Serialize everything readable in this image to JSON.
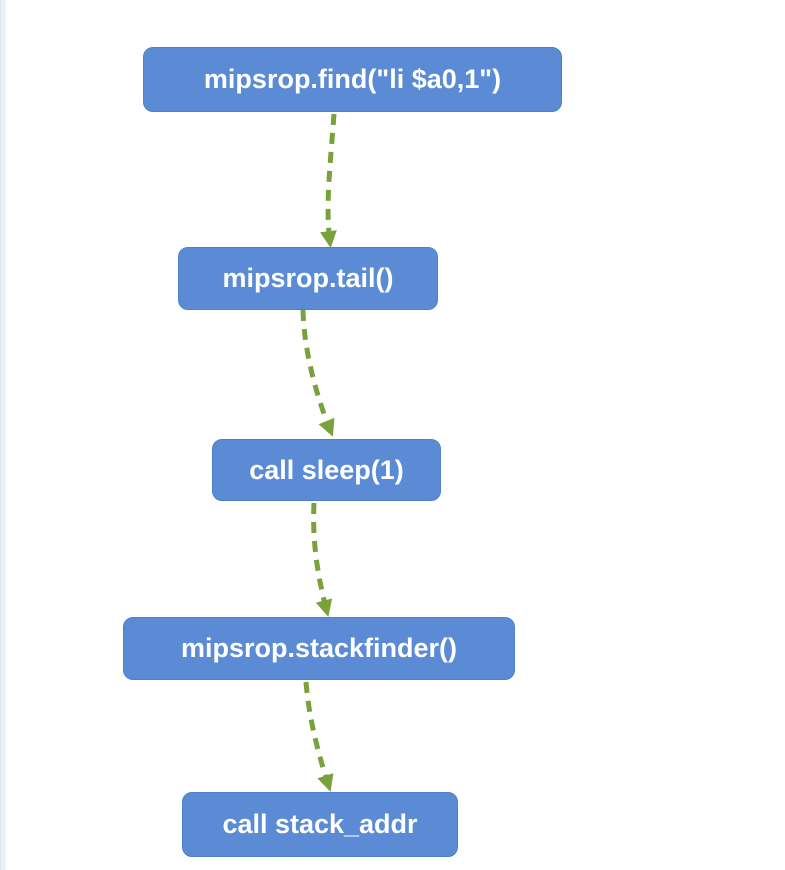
{
  "colors": {
    "node_fill": "#5b8bd4",
    "node_border": "#4e80cb",
    "node_text": "#ffffff",
    "arrow": "#7aa23c",
    "page_bg": "#ffffff",
    "gutter": "#eef2f8",
    "gutter_edge": "#dde4ee"
  },
  "diagram": {
    "type": "flowchart",
    "direction": "top-down",
    "nodes": [
      {
        "id": "mipsrop-find",
        "label": "mipsrop.find(\"li $a0,1\")"
      },
      {
        "id": "mipsrop-tail",
        "label": "mipsrop.tail()"
      },
      {
        "id": "call-sleep",
        "label": "call sleep(1)"
      },
      {
        "id": "mipsrop-stackfinder",
        "label": "mipsrop.stackfinder()"
      },
      {
        "id": "call-stack-addr",
        "label": "call stack_addr"
      }
    ],
    "edges": [
      {
        "from": "mipsrop-find",
        "to": "mipsrop-tail",
        "style": "dashed",
        "arrowhead": "triangle"
      },
      {
        "from": "mipsrop-tail",
        "to": "call-sleep",
        "style": "dashed",
        "arrowhead": "triangle"
      },
      {
        "from": "call-sleep",
        "to": "mipsrop-stackfinder",
        "style": "dashed",
        "arrowhead": "triangle"
      },
      {
        "from": "mipsrop-stackfinder",
        "to": "call-stack-addr",
        "style": "dashed",
        "arrowhead": "triangle"
      }
    ]
  }
}
